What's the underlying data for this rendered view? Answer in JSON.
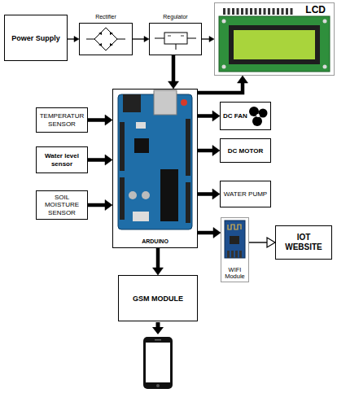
{
  "diagram": {
    "nodes": [
      {
        "text": [
          "Power Supply"
        ]
      },
      {
        "text": [
          "Rectifier"
        ]
      },
      {
        "text": [
          "Regulator"
        ]
      },
      {
        "text": [
          "LCD"
        ]
      },
      {
        "text": [
          "ARDUINO"
        ]
      },
      {
        "text": [
          "TEMPERATUR SENSOR"
        ]
      },
      {
        "text": [
          "Water level sensor"
        ]
      },
      {
        "text": [
          "SOIL MOISTURE SENSOR"
        ]
      },
      {
        "text": [
          "DC FAN"
        ]
      },
      {
        "text": [
          "DC MOTOR"
        ]
      },
      {
        "text": [
          "WATER PUMP"
        ]
      },
      {
        "text": [
          "WIFI Module"
        ]
      },
      {
        "text": [
          "IOT WEBSITE"
        ]
      },
      {
        "text": [
          "GSM MODULE"
        ]
      }
    ],
    "edges": [
      {
        "from": 0,
        "to": 1,
        "arrow": "to"
      },
      {
        "from": 1,
        "to": 2,
        "arrow": "to"
      },
      {
        "from": 2,
        "to": 3,
        "arrow": "to"
      },
      {
        "from": 2,
        "to": 4,
        "arrow": "to"
      },
      {
        "from": 4,
        "to": 3,
        "arrow": "to"
      },
      {
        "from": 5,
        "to": 4,
        "arrow": "to"
      },
      {
        "from": 6,
        "to": 4,
        "arrow": "to"
      },
      {
        "from": 7,
        "to": 4,
        "arrow": "to"
      },
      {
        "from": 4,
        "to": 8,
        "arrow": "to"
      },
      {
        "from": 4,
        "to": 9,
        "arrow": "to"
      },
      {
        "from": 4,
        "to": 10,
        "arrow": "to"
      },
      {
        "from": 4,
        "to": 11,
        "arrow": "to"
      },
      {
        "from": 11,
        "to": 12,
        "arrow": "to"
      },
      {
        "from": 4,
        "to": 13,
        "arrow": "to"
      }
    ]
  }
}
